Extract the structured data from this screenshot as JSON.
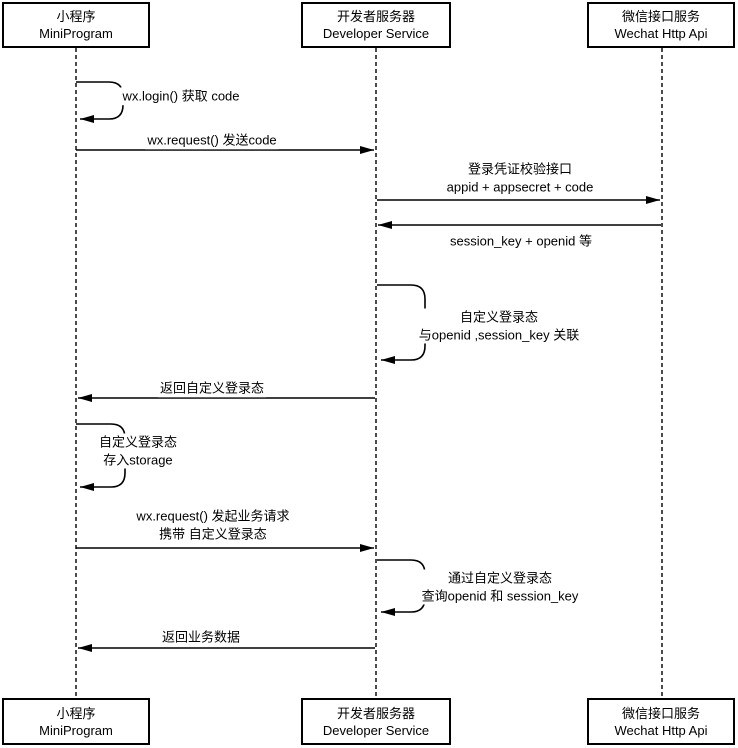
{
  "diagram": {
    "type": "sequence-diagram",
    "topic": "WeChat MiniProgram login flow",
    "colors": {
      "stroke": "#000000",
      "background": "#ffffff",
      "text": "#000000"
    },
    "actors": {
      "miniprogram": {
        "name_zh": "小程序",
        "name_en": "MiniProgram"
      },
      "developer": {
        "name_zh": "开发者服务器",
        "name_en": "Developer Service"
      },
      "wechat": {
        "name_zh": "微信接口服务",
        "name_en": "Wechat Http Api"
      }
    },
    "messages": [
      {
        "kind": "self",
        "actor": "miniprogram",
        "line1": "wx.login() 获取 code"
      },
      {
        "kind": "message",
        "from": "miniprogram",
        "to": "developer",
        "line1": "wx.request() 发送code"
      },
      {
        "kind": "message",
        "from": "developer",
        "to": "wechat",
        "line1": "登录凭证校验接口",
        "line2": "appid + appsecret + code"
      },
      {
        "kind": "message",
        "from": "wechat",
        "to": "developer",
        "line1": "session_key + openid 等"
      },
      {
        "kind": "self",
        "actor": "developer",
        "line1": "自定义登录态",
        "line2": "与openid ,session_key 关联"
      },
      {
        "kind": "message",
        "from": "developer",
        "to": "miniprogram",
        "line1": "返回自定义登录态"
      },
      {
        "kind": "self",
        "actor": "miniprogram",
        "line1": "自定义登录态",
        "line2": "存入storage"
      },
      {
        "kind": "message",
        "from": "miniprogram",
        "to": "developer",
        "line1": "wx.request() 发起业务请求",
        "line2": "携带 自定义登录态"
      },
      {
        "kind": "self",
        "actor": "developer",
        "line1": "通过自定义登录态",
        "line2": "查询openid 和 session_key"
      },
      {
        "kind": "message",
        "from": "developer",
        "to": "miniprogram",
        "line1": "返回业务数据"
      }
    ]
  }
}
